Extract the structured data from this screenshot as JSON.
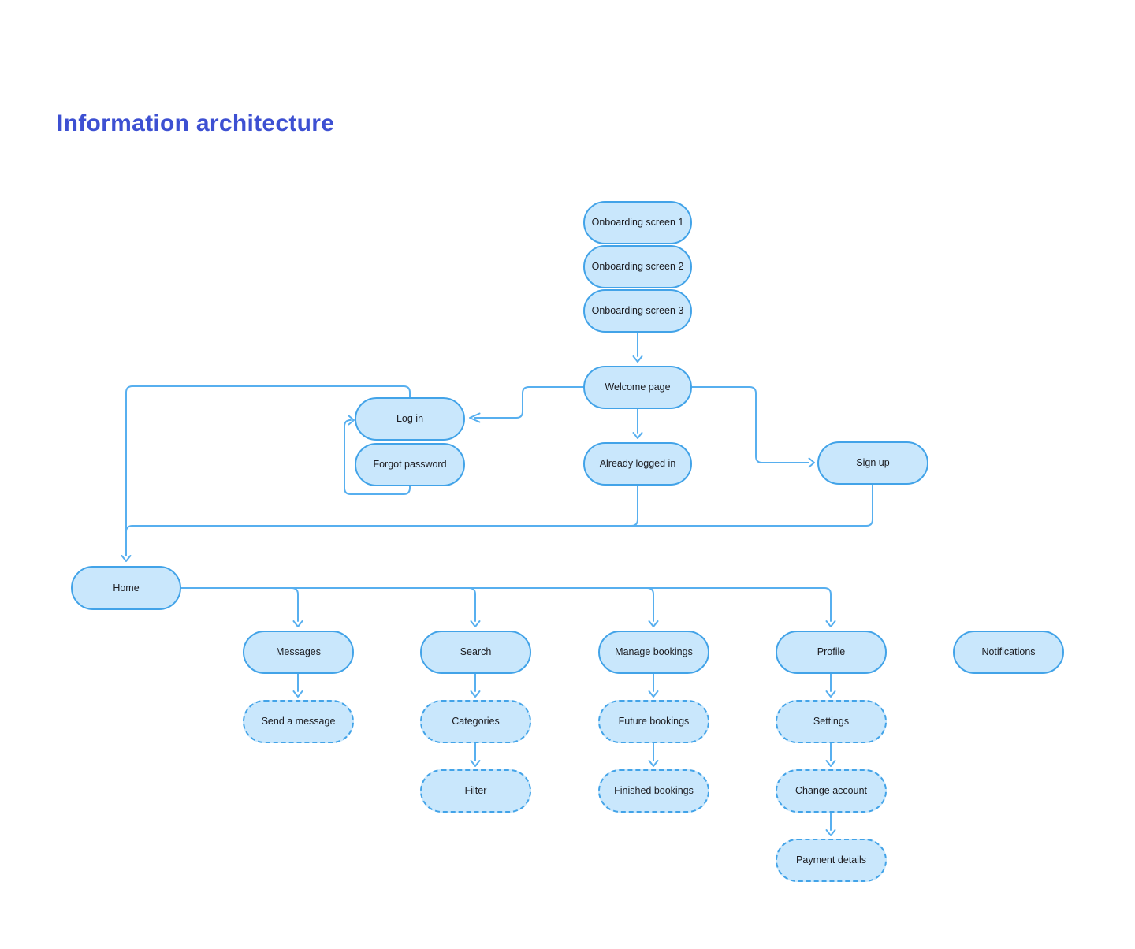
{
  "title": "Information architecture",
  "colors": {
    "title": "#3D50D2",
    "node_fill": "#C9E7FC",
    "node_border": "#42A3E8",
    "connector": "#57AFEF",
    "label": "#1B1B1F"
  },
  "nodes": {
    "onboarding_1": "Onboarding screen 1",
    "onboarding_2": "Onboarding screen 2",
    "onboarding_3": "Onboarding screen 3",
    "welcome": "Welcome page",
    "login": "Log in",
    "forgot_password": "Forgot password",
    "already_logged_in": "Already logged in",
    "sign_up": "Sign up",
    "home": "Home",
    "messages": "Messages",
    "search": "Search",
    "manage_bookings": "Manage bookings",
    "profile": "Profile",
    "notifications": "Notifications",
    "send_a_message": "Send a message",
    "categories": "Categories",
    "filter": "Filter",
    "future_bookings": "Future bookings",
    "finished_bookings": "Finished bookings",
    "settings": "Settings",
    "change_account": "Change account",
    "payment_details": "Payment details"
  },
  "edges": [
    {
      "from": "onboarding_3",
      "to": "welcome"
    },
    {
      "from": "welcome",
      "to": "login"
    },
    {
      "from": "welcome",
      "to": "already_logged_in"
    },
    {
      "from": "welcome",
      "to": "sign_up"
    },
    {
      "from": "forgot_password",
      "to": "login"
    },
    {
      "from": "login",
      "to": "home"
    },
    {
      "from": "already_logged_in",
      "to": "home"
    },
    {
      "from": "sign_up",
      "to": "home"
    },
    {
      "from": "home",
      "to": "messages"
    },
    {
      "from": "home",
      "to": "search"
    },
    {
      "from": "home",
      "to": "manage_bookings"
    },
    {
      "from": "home",
      "to": "profile"
    },
    {
      "from": "messages",
      "to": "send_a_message"
    },
    {
      "from": "search",
      "to": "categories"
    },
    {
      "from": "categories",
      "to": "filter"
    },
    {
      "from": "manage_bookings",
      "to": "future_bookings"
    },
    {
      "from": "future_bookings",
      "to": "finished_bookings"
    },
    {
      "from": "profile",
      "to": "settings"
    },
    {
      "from": "settings",
      "to": "change_account"
    },
    {
      "from": "change_account",
      "to": "payment_details"
    }
  ]
}
